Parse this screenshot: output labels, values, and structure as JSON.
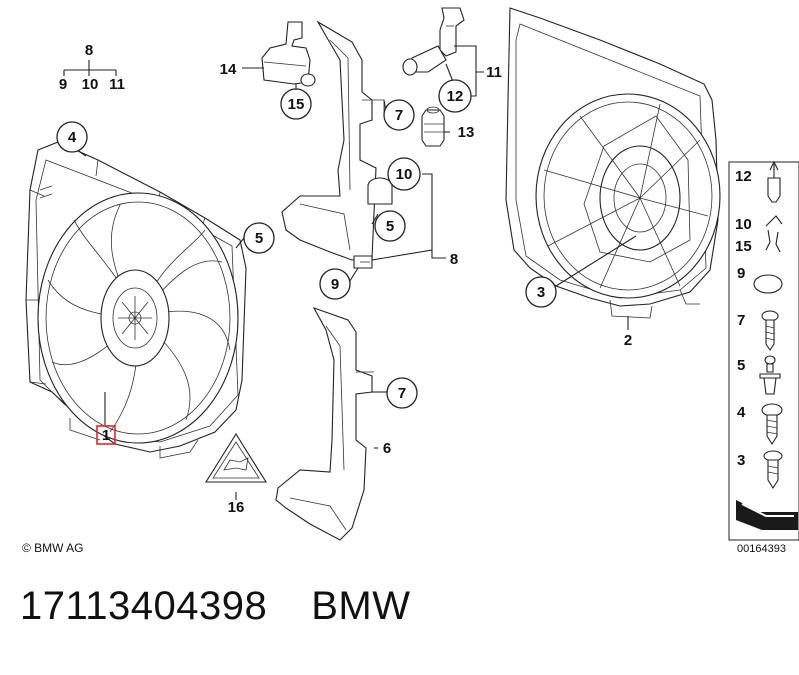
{
  "diagram": {
    "callouts": {
      "c1": "1",
      "c2": "2",
      "c3": "3",
      "c4": "4",
      "c5a": "5",
      "c5b": "5",
      "c6": "6",
      "c7a": "7",
      "c7b": "7",
      "c8a": "8",
      "c8b": "8",
      "c9a": "9",
      "c9b": "9",
      "c10a": "10",
      "c10b": "10",
      "c11a": "11",
      "c11b": "11",
      "c12": "12",
      "c13": "13",
      "c14": "14",
      "c15": "15",
      "c16": "16"
    },
    "legend": [
      {
        "number": "12",
        "icon": "connector-pin-icon"
      },
      {
        "number": "10",
        "icon": "clip-icon"
      },
      {
        "number": "15",
        "icon": "clip-icon"
      },
      {
        "number": "9",
        "icon": "o-ring-icon"
      },
      {
        "number": "7",
        "icon": "screw-icon"
      },
      {
        "number": "5",
        "icon": "expanding-rivet-icon"
      },
      {
        "number": "4",
        "icon": "screw-icon"
      },
      {
        "number": "3",
        "icon": "screw-icon"
      }
    ],
    "copyright": "© BMW AG",
    "document_number": "00164393",
    "highlight_color": "#e0282d"
  },
  "caption": {
    "part_number": "17113404398",
    "brand": "BMW"
  }
}
